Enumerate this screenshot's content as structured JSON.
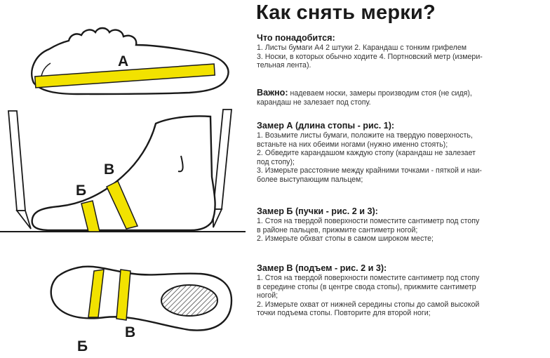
{
  "title": "Как снять мерки?",
  "figure_labels": {
    "a": "А",
    "b": "Б",
    "v": "В",
    "b2": "Б",
    "v2": "В"
  },
  "needed": {
    "heading": "Что понадобится:",
    "lines": [
      "1. Листы бумаги А4 2 штуки 2. Карандаш с тонким грифелем",
      "3. Носки, в которых обычно ходите 4. Портновский метр (измери-",
      "тельная лента)."
    ]
  },
  "important": {
    "label": "Важно:",
    "line1": " надеваем носки, замеры производим стоя (не сидя),",
    "line2": "карандаш не залезает под стопу."
  },
  "measure_a": {
    "heading": "Замер А (длина стопы - рис. 1):",
    "lines": [
      "1. Возьмите листы бумаги, положите на твердую поверхность,",
      "встаньте на них обеими ногами (нужно именно стоять);",
      "2. Обведите карандашом каждую стопу (карандаш не залезает",
      "под стопу);",
      "3. Измерьте расстояние между крайними точками - пяткой и наи-",
      "более выступающим пальцем;"
    ]
  },
  "measure_b": {
    "heading": "Замер Б (пучки - рис. 2 и 3):",
    "lines": [
      "1. Стоя на твердой поверхности поместите сантиметр под стопу",
      "в районе пальцев, прижмите сантиметр ногой;",
      "2. Измерьте обхват стопы в самом широком месте;"
    ]
  },
  "measure_v": {
    "heading": "Замер В (подъем - рис. 2 и 3):",
    "lines": [
      "1. Стоя на твердой поверхности поместите сантиметр под стопу",
      "в середине стопы (в центре свода стопы), прижмите сантиметр",
      "ногой;",
      "2. Измерьте охват от нижней середины стопы до самой высокой",
      "точки подъема стопы. Повторите для второй ноги;"
    ]
  },
  "colors": {
    "tape": "#f2e200",
    "ink": "#1a1a1a"
  }
}
